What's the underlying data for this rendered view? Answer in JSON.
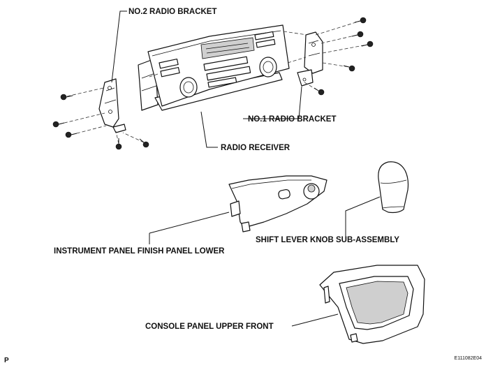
{
  "labels": {
    "no2_radio_bracket": "NO.2 RADIO BRACKET",
    "no1_radio_bracket": "NO.1 RADIO BRACKET",
    "radio_receiver": "RADIO RECEIVER",
    "instrument_panel_finish_panel_lower": "INSTRUMENT PANEL FINISH PANEL LOWER",
    "shift_lever_knob_sub_assembly": "SHIFT LEVER KNOB SUB-ASSEMBLY",
    "console_panel_upper_front": "CONSOLE PANEL UPPER FRONT"
  },
  "footer": {
    "page_marker": "P",
    "figure_code": "E111082E04"
  }
}
